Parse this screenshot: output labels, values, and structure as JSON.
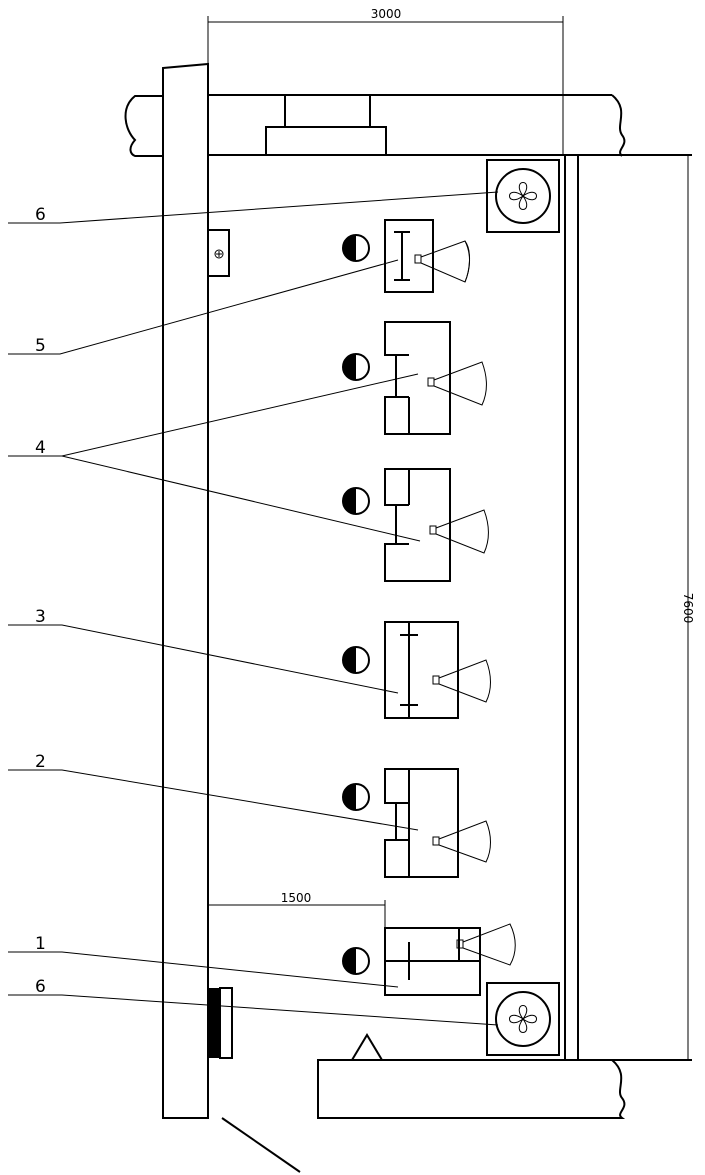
{
  "dimensions": {
    "top_width": "3000",
    "right_height": "7600",
    "inner_width": "1500"
  },
  "callouts": {
    "top_6": "6",
    "label_5": "5",
    "label_4": "4",
    "label_3": "3",
    "label_2": "2",
    "label_1": "1",
    "bottom_6": "6"
  }
}
